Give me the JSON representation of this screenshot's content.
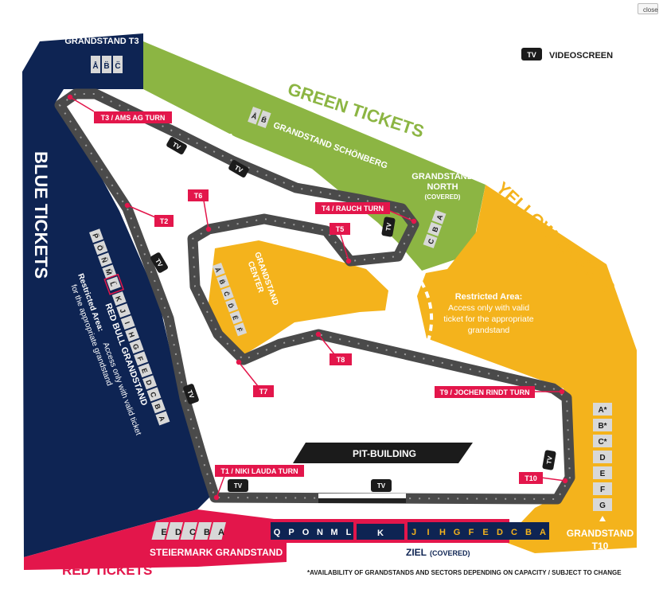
{
  "window": {
    "close_label": "close"
  },
  "legend": {
    "tv_glyph": "TV",
    "label": "VIDEOSCREEN"
  },
  "colors": {
    "blue": "#0e2453",
    "green": "#8cb543",
    "yellow": "#f4b31c",
    "red": "#e3164b",
    "track": "#4a4a4a",
    "pit_building": "#1b1b1b"
  },
  "zones": {
    "blue_tickets": "BLUE TICKETS",
    "green_tickets": "GREEN TICKETS",
    "yellow_tickets": "YELLOW TICKETS",
    "red_tickets": "RED TICKETS"
  },
  "grandstands": {
    "t3": {
      "title": "GRANDSTAND T3",
      "sectors": [
        "Å",
        "B̈",
        "C̈"
      ]
    },
    "schonberg": {
      "title": "GRANDSTAND SCHÖNBERG",
      "sectors": [
        "Å",
        "B̈"
      ]
    },
    "north": {
      "title_line1": "GRANDSTAND",
      "title_line2": "NORTH",
      "note": "(COVERED)",
      "sectors": [
        "C",
        "B",
        "A"
      ]
    },
    "center": {
      "title_line1": "GRANDSTAND",
      "title_line2": "CENTER",
      "sectors": [
        "Å",
        "B̈",
        "C̈",
        "D̈",
        "Ë",
        "F̈"
      ]
    },
    "red_bull": {
      "title": "RED BULL GRANDSTAND",
      "sectors_upper": [
        "P̈",
        "Ö",
        "N̈",
        "M̈",
        "L̈"
      ],
      "sectors_lower": [
        "K",
        "J",
        "I",
        "H",
        "G",
        "F",
        "E",
        "D",
        "C",
        "B",
        "A"
      ]
    },
    "t10": {
      "title_line1": "GRANDSTAND",
      "title_line2": "T10",
      "sectors": [
        "A*",
        "B*",
        "C*",
        "D",
        "E",
        "F",
        "G"
      ]
    },
    "steiermark": {
      "title": "STEIERMARK GRANDSTAND",
      "sectors": [
        "E",
        "D",
        "C",
        "B",
        "A"
      ]
    },
    "start_ziel": {
      "title": "GRANDSTAND START",
      "title2": "ZIEL",
      "note": "(COVERED)",
      "sectors_left": [
        "Q",
        "P",
        "O",
        "N",
        "M",
        "L"
      ],
      "sector_mid": "K",
      "sectors_right": [
        "J",
        "I",
        "H",
        "G",
        "F",
        "E",
        "D",
        "C",
        "B",
        "A"
      ]
    }
  },
  "turns": {
    "t1": "T1 / NIKI LAUDA TURN",
    "t2": "T2",
    "t3": "T3 / AMS AG TURN",
    "t4": "T4 / RAUCH TURN",
    "t5": "T5",
    "t6": "T6",
    "t7": "T7",
    "t8": "T8",
    "t9": "T9 / JOCHEN RINDT TURN",
    "t10": "T10"
  },
  "pit_building": "PIT-BUILDING",
  "restricted_center": {
    "title": "Restricted Area:",
    "line1": "Access only with valid",
    "line2": "ticket for the appropriate",
    "line3": "grandstand"
  },
  "restricted_red_bull": {
    "title": "Restricted Area:",
    "line1": "Access only with valid ticket",
    "line2": "for the appropriate grandstand"
  },
  "footnote": "*AVAILABILITY OF GRANDSTANDS AND SECTORS DEPENDING ON CAPACITY / SUBJECT TO CHANGE"
}
